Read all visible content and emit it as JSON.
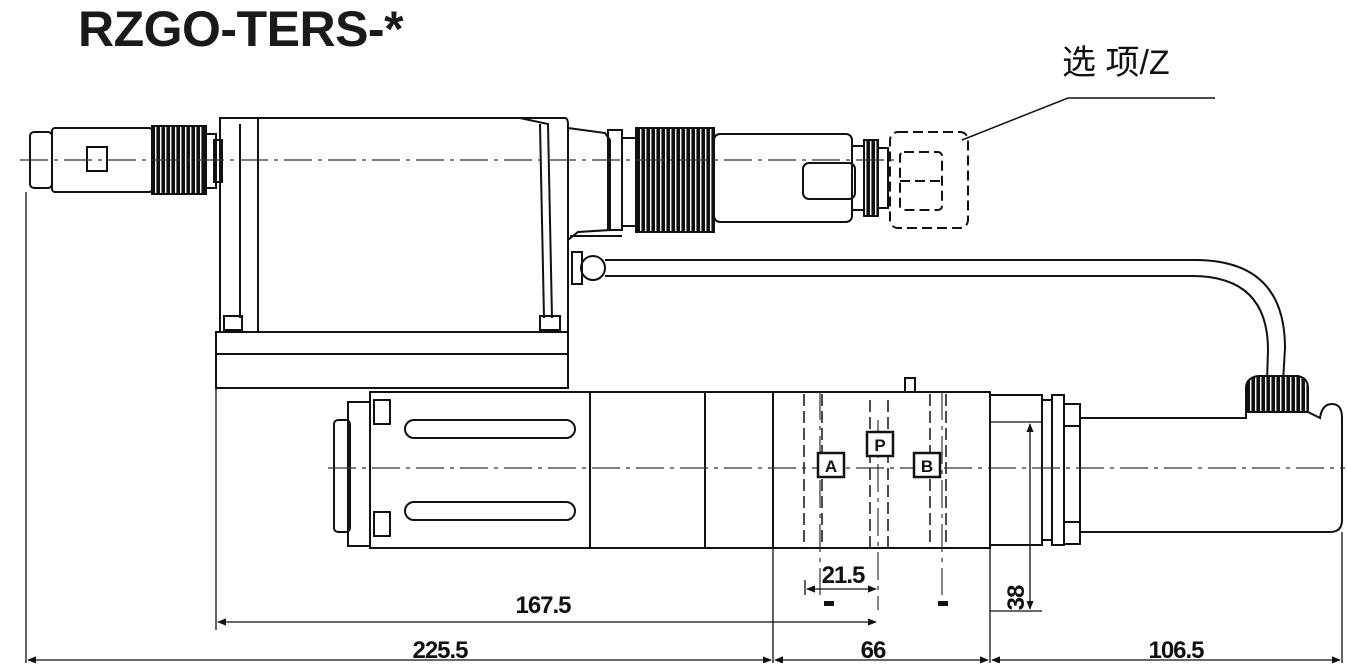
{
  "title": "RZGO-TERS-*",
  "option_label": "选 项/Z",
  "ports": {
    "a": "A",
    "p": "P",
    "b": "B"
  },
  "dimensions": {
    "d225_5": "225.5",
    "d167_5": "167.5",
    "d66": "66",
    "d106_5": "106.5",
    "d21_5": "21.5",
    "d38": "38"
  },
  "colors": {
    "line": "#111111",
    "centerline": "#333333"
  }
}
